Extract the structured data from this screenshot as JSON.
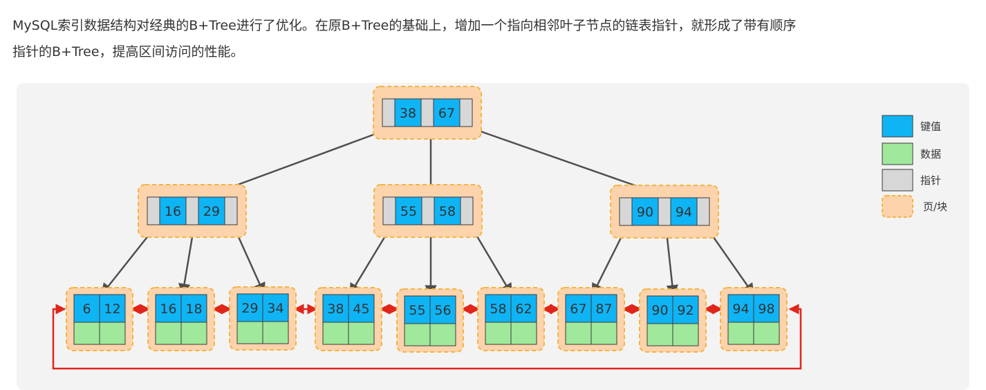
{
  "intro": {
    "line1": "MySQL索引数据结构对经典的B+Tree进行了优化。在原B+Tree的基础上，增加一个指向相邻叶子节点的链表指针，就形成了带有顺序",
    "line2": "指针的B+Tree，提高区间访问的性能。"
  },
  "legend": [
    {
      "label": "键值",
      "color": "#0fb4f5",
      "kind": "key"
    },
    {
      "label": "数据",
      "color": "#a0e89c",
      "kind": "data"
    },
    {
      "label": "指针",
      "color": "#d7d7d7",
      "kind": "pointer"
    },
    {
      "label": "页/块",
      "color": "#fdd3ac",
      "kind": "page"
    }
  ],
  "colors": {
    "key": "#0fb4f5",
    "data": "#a0e89c",
    "pointer": "#d7d7d7",
    "page": "#fdd3ac",
    "page_border": "#f5b342",
    "edge": "#4f4f4f",
    "leaf_link": "#e1251b"
  },
  "tree": {
    "root": {
      "keys": [
        "38",
        "67"
      ]
    },
    "internal": [
      {
        "keys": [
          "16",
          "29"
        ]
      },
      {
        "keys": [
          "55",
          "58"
        ]
      },
      {
        "keys": [
          "90",
          "94"
        ]
      }
    ],
    "leaves": [
      {
        "keys": [
          "6",
          "12"
        ]
      },
      {
        "keys": [
          "16",
          "18"
        ]
      },
      {
        "keys": [
          "29",
          "34"
        ]
      },
      {
        "keys": [
          "38",
          "45"
        ]
      },
      {
        "keys": [
          "55",
          "56"
        ]
      },
      {
        "keys": [
          "58",
          "62"
        ]
      },
      {
        "keys": [
          "67",
          "87"
        ]
      },
      {
        "keys": [
          "90",
          "92"
        ]
      },
      {
        "keys": [
          "94",
          "98"
        ]
      }
    ]
  }
}
